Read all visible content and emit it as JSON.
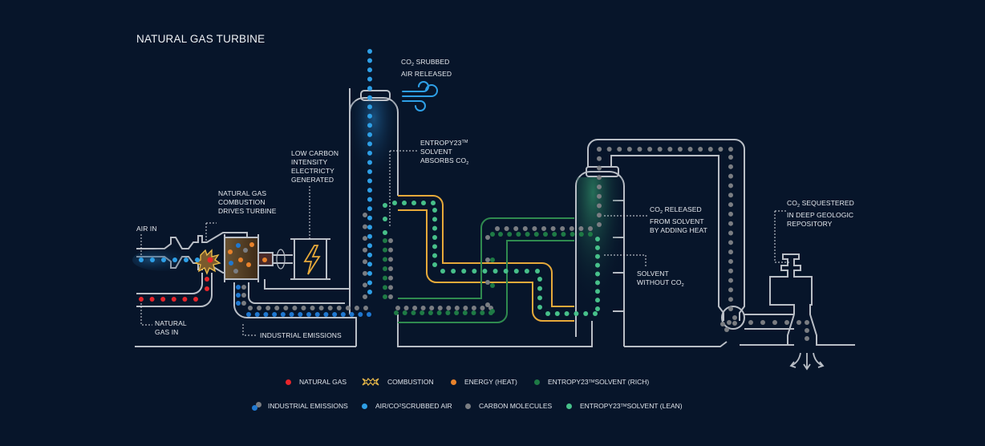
{
  "title": "NATURAL GAS TURBINE",
  "colors": {
    "background": "#07152a",
    "pipe": "#b9bec6",
    "natural_gas": "#e8252b",
    "energy_heat": "#e8822b",
    "air_scrubbed": "#2e9fe6",
    "industrial_blue": "#1f78d1",
    "carbon": "#7a7d82",
    "solvent_rich": "#1e7a45",
    "solvent_lean": "#47c08a",
    "lean_pipe": "#e6a93a",
    "rich_pipe": "#2f8a4f",
    "combustion": "#e9b949"
  },
  "labels": {
    "air_in": "AIR IN",
    "natural_gas_in_1": "NATURAL",
    "natural_gas_in_2": "GAS IN",
    "combustion_1": "NATURAL GAS",
    "combustion_2": "COMBUSTION",
    "combustion_3": "DRIVES TURBINE",
    "electricity_1": "LOW CARBON",
    "electricity_2": "INTENSITY",
    "electricity_3": "ELECTRICTY",
    "electricity_4": "GENERATED",
    "industrial_emissions": "INDUSTRIAL EMISSIONS",
    "scrubbed_1_pre": "CO",
    "scrubbed_1_sub": "2",
    "scrubbed_1_post": " SRUBBED",
    "scrubbed_2": "AIR RELEASED",
    "absorbs_1_pre": "ENTROPY23",
    "absorbs_1_sup": "TM",
    "absorbs_2": "SOLVENT",
    "absorbs_3_pre": "ABSORBS CO",
    "absorbs_3_sub": "2",
    "released_1_pre": "CO",
    "released_1_sub": "2",
    "released_1_post": " RELEASED",
    "released_2": "FROM SOLVENT",
    "released_3": "BY ADDING HEAT",
    "without_1": "SOLVENT",
    "without_2_pre": "WITHOUT CO",
    "without_2_sub": "2",
    "sequestered_1_pre": "CO",
    "sequestered_1_sub": "2",
    "sequestered_1_post": " SEQUESTERED",
    "sequestered_2": "IN DEEP GEOLOGIC",
    "sequestered_3": "REPOSITORY"
  },
  "legend": [
    {
      "label": "NATURAL GAS",
      "icon": "red-dot"
    },
    {
      "label": "COMBUSTION",
      "icon": "combustion-burst"
    },
    {
      "label": "ENERGY (HEAT)",
      "icon": "orange-dot"
    },
    {
      "label_pre": "ENTROPY23",
      "label_sup": "TM",
      "label_post": " SOLVENT (RICH)",
      "icon": "dark-green-dot"
    },
    {
      "label": "INDUSTRIAL EMISSIONS",
      "icon": "blue-gray-dots"
    },
    {
      "label_pre": "AIR/CO",
      "label_sub": "2",
      "label_post": " SCRUBBED AIR",
      "icon": "blue-dot"
    },
    {
      "label": "CARBON MOLECULES",
      "icon": "gray-dot"
    },
    {
      "label_pre": "ENTROPY23",
      "label_sup": "TM",
      "label_post": " SOLVENT (LEAN)",
      "icon": "light-green-dot"
    }
  ]
}
